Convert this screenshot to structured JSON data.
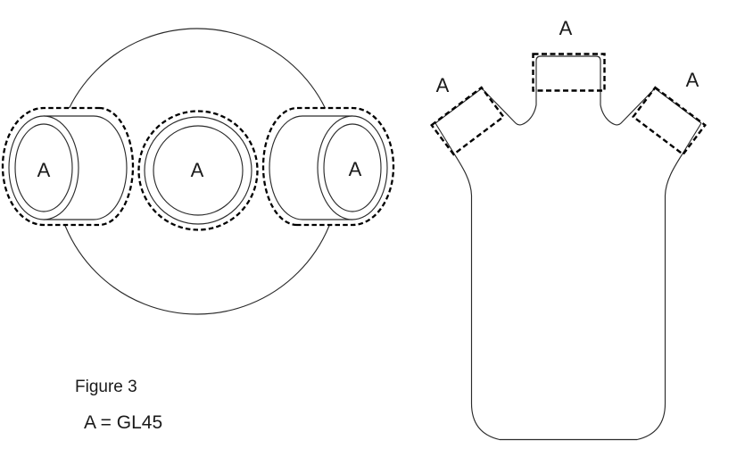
{
  "figure": {
    "caption": "Figure 3",
    "legend": "A = GL45"
  },
  "top_view": {
    "left_port_label": "A",
    "center_port_label": "A",
    "right_port_label": "A"
  },
  "side_view": {
    "left_neck_label": "A",
    "top_neck_label": "A",
    "right_neck_label": "A"
  },
  "colors": {
    "line": "#2b2b2b",
    "dashed_thread": "#000000",
    "background": "#ffffff",
    "text": "#1a1a1a"
  }
}
